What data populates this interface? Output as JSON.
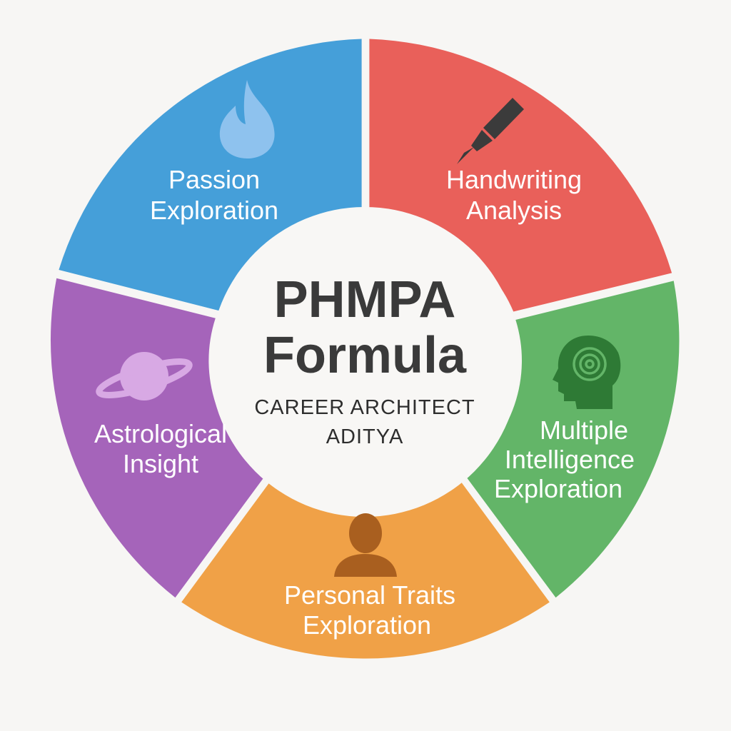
{
  "background": "#f7f6f4",
  "center": {
    "title_line1": "PHMPA",
    "title_line2": "Formula",
    "subtitle_line1": "CAREER ARCHITECT",
    "subtitle_line2": "ADITYA",
    "circle_color": "#f8f7f5",
    "text_color": "#3a3a3a"
  },
  "segments": [
    {
      "id": "passion",
      "label_lines": [
        "Passion",
        "Exploration"
      ],
      "color": "#459fd9",
      "icon": "flame-icon",
      "icon_color": "#8ec2ee"
    },
    {
      "id": "handwriting",
      "label_lines": [
        "Handwriting",
        "Analysis"
      ],
      "color": "#e9605a",
      "icon": "pen-icon",
      "icon_color": "#3b3b3b"
    },
    {
      "id": "multiple-intelligence",
      "label_lines": [
        "Multiple",
        "Intelligence",
        "Exploration"
      ],
      "color": "#63b568",
      "icon": "brain-head-icon",
      "icon_color": "#2e7a35"
    },
    {
      "id": "personal-traits",
      "label_lines": [
        "Personal Traits",
        "Exploration"
      ],
      "color": "#f0a147",
      "icon": "person-icon",
      "icon_color": "#a95f1f"
    },
    {
      "id": "astrological",
      "label_lines": [
        "Astrological",
        "Insight"
      ],
      "color": "#a564ba",
      "icon": "planet-icon",
      "icon_color": "#d8a9e4"
    }
  ]
}
